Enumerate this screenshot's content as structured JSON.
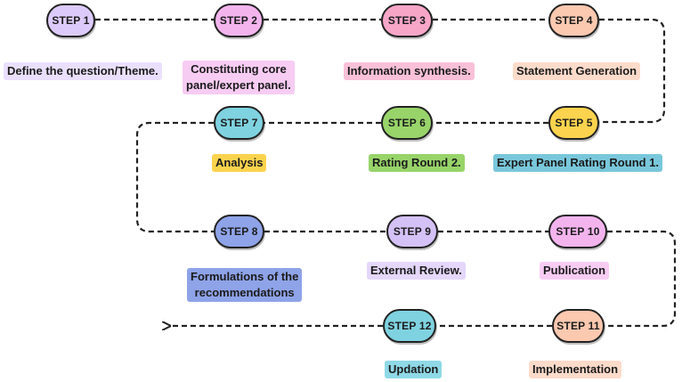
{
  "steps": [
    {
      "node": "STEP 1",
      "label": "Define the question/Theme.",
      "color": "#dccbfa",
      "label_bg": "#eadffd"
    },
    {
      "node": "STEP 2",
      "label": "Constituting core panel/expert panel.",
      "label_lines": [
        "Constituting core",
        "panel/expert panel."
      ],
      "color": "#f3b4ee",
      "label_bg": "#f7ccf3"
    },
    {
      "node": "STEP 3",
      "label": "Information synthesis.",
      "color": "#f7a6c8",
      "label_bg": "#f9c0d8"
    },
    {
      "node": "STEP 4",
      "label": "Statement Generation",
      "color": "#fbc8b0",
      "label_bg": "#fddbcb"
    },
    {
      "node": "STEP 5",
      "label": "Expert Panel Rating Round 1.",
      "color": "#fbd34e",
      "label_bg": "#79c7db"
    },
    {
      "node": "STEP 6",
      "label": "Rating Round 2.",
      "color": "#98d46a",
      "label_bg": "#98d46a"
    },
    {
      "node": "STEP 7",
      "label": "Analysis",
      "color": "#7fd2e0",
      "label_bg": "#fbd34e"
    },
    {
      "node": "STEP 8",
      "label": "Formulations of the recommendations",
      "label_lines": [
        "Formulations of the",
        "recommendations"
      ],
      "color": "#8ea3e8",
      "label_bg": "#8ea3e8"
    },
    {
      "node": "STEP 9",
      "label": "External Review.",
      "color": "#d4c1f5",
      "label_bg": "#e4d7fa"
    },
    {
      "node": "STEP 10",
      "label": "Publication",
      "color": "#f3b4ee",
      "label_bg": "#f7ccf3"
    },
    {
      "node": "STEP 11",
      "label": "Implementation",
      "color": "#fbc8b0",
      "label_bg": "#fddbcb"
    },
    {
      "node": "STEP 12",
      "label": "Updation",
      "color": "#7fd2e0",
      "label_bg": "#8fd9e6"
    }
  ]
}
